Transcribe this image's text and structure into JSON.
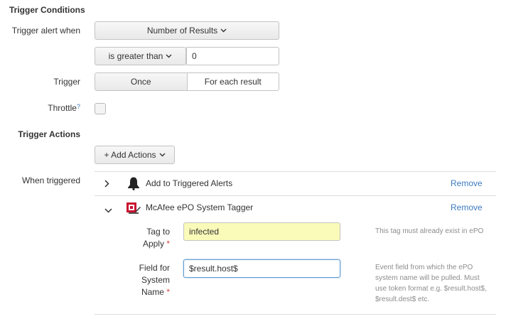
{
  "trigger_conditions": {
    "title": "Trigger Conditions",
    "alert_when_label": "Trigger alert when",
    "alert_when_value": "Number of Results",
    "comparison_value": "is greater than",
    "threshold_value": "0",
    "trigger_label": "Trigger",
    "trigger_options": [
      "Once",
      "For each result"
    ],
    "trigger_selected": "For each result",
    "throttle_label": "Throttle",
    "throttle_help": "?",
    "throttle_checked": false
  },
  "trigger_actions": {
    "title": "Trigger Actions",
    "add_actions_label": "+ Add Actions",
    "when_triggered_label": "When triggered",
    "actions": [
      {
        "name": "Add to Triggered Alerts",
        "icon": "bell-icon",
        "expanded": false,
        "remove_label": "Remove"
      },
      {
        "name": "McAfee ePO System Tagger",
        "icon": "mcafee-epo-icon",
        "expanded": true,
        "remove_label": "Remove",
        "fields": [
          {
            "label_lines": [
              "Tag to",
              "Apply"
            ],
            "required_mark": "*",
            "value": "infected",
            "help": "This tag must already exist in ePO"
          },
          {
            "label_lines": [
              "Field for",
              "System",
              "Name"
            ],
            "required_mark": "*",
            "value": "$result.host$",
            "help_lines": [
              "Event field from which the ePO",
              "system name will be pulled. Must",
              "use token format e.g. $result.host$,",
              "$result.dest$ etc."
            ]
          }
        ]
      }
    ]
  },
  "colors": {
    "link": "#3d7bbf",
    "required": "#d6473c",
    "highlight_field": "#fafab9",
    "icon_red": "#c8102e"
  }
}
